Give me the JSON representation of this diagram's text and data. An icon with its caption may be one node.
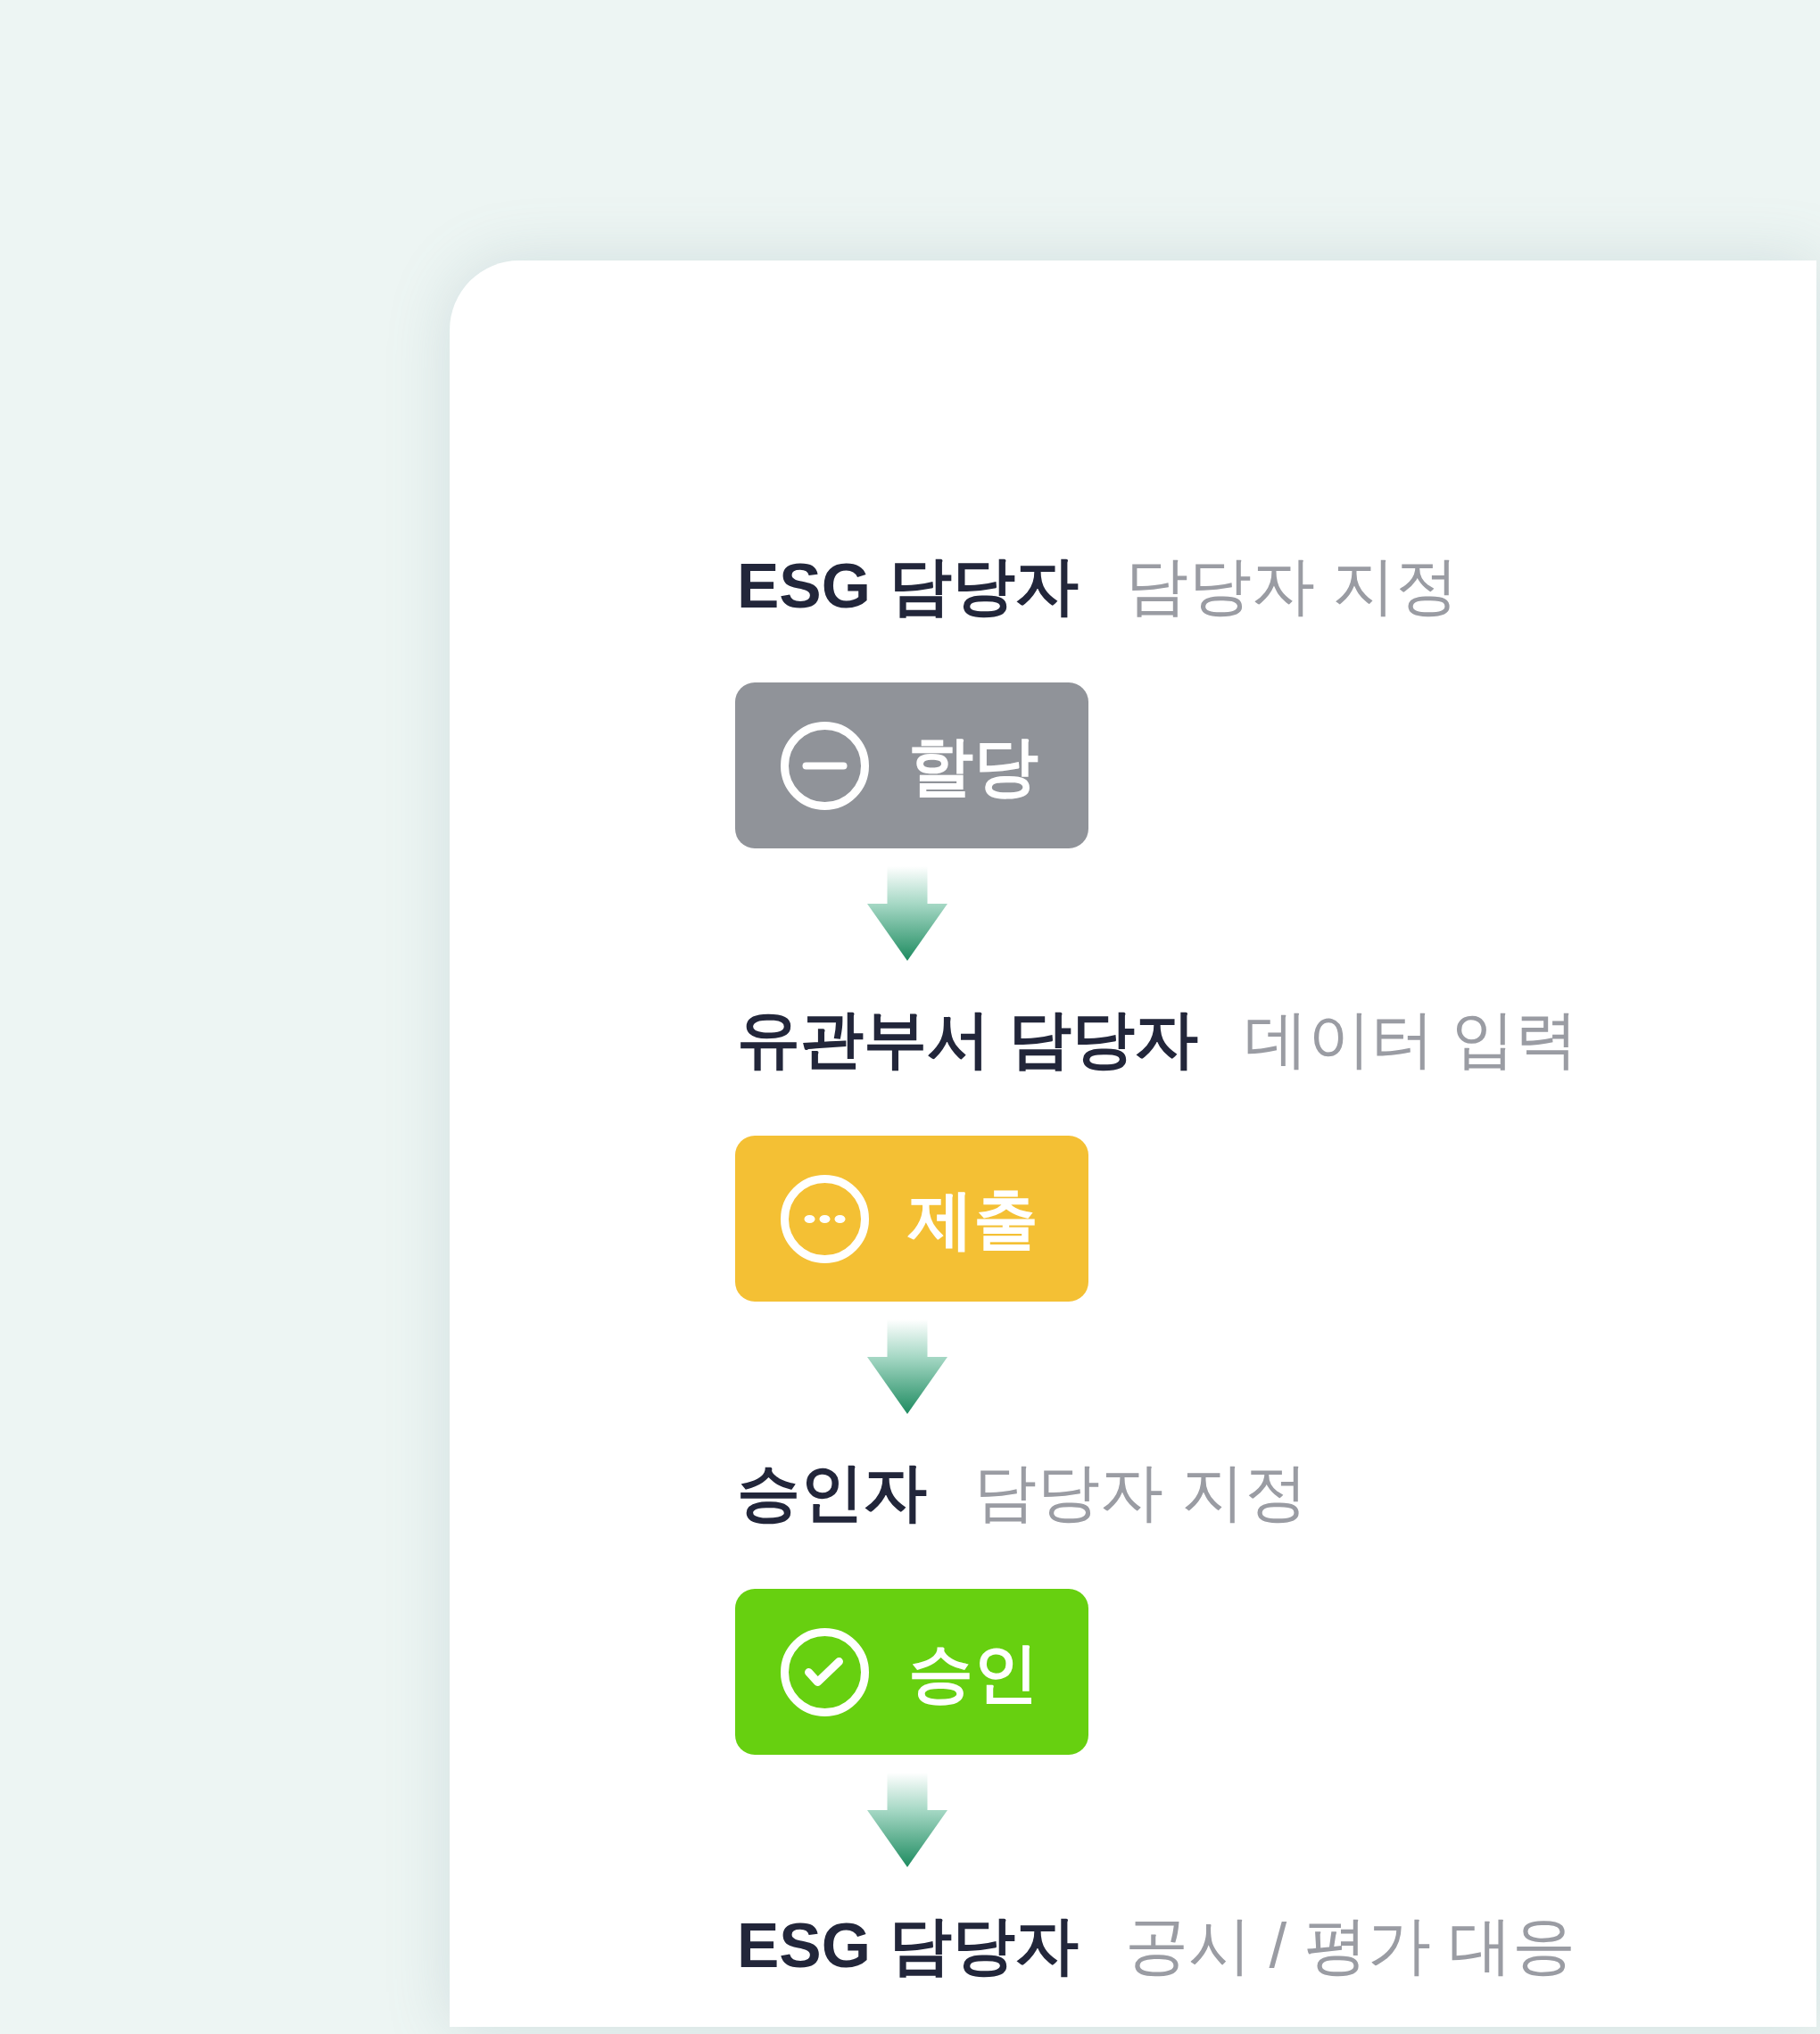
{
  "diagram": {
    "nodes": [
      {
        "text": [
          "할당"
        ]
      },
      {
        "text": [
          "유관부서 담당자"
        ],
        "beside": [
          "데이터 입력"
        ]
      },
      {
        "text": [
          "제출"
        ]
      },
      {
        "text": [
          "승인자"
        ],
        "beside": [
          "담당자 지정"
        ]
      },
      {
        "text": [
          "승인"
        ]
      },
      {
        "text": [
          "ESG 담당자"
        ],
        "beside": [
          "공시 / 평가 대응"
        ]
      }
    ],
    "edges": [
      {
        "from": 0,
        "to": 1,
        "arrow": "to"
      },
      {
        "from": 2,
        "to": 3,
        "arrow": "to"
      },
      {
        "from": 4,
        "to": 5,
        "arrow": "to"
      }
    ],
    "labels": [
      "ESG 담당자",
      "담당자 지정"
    ]
  }
}
